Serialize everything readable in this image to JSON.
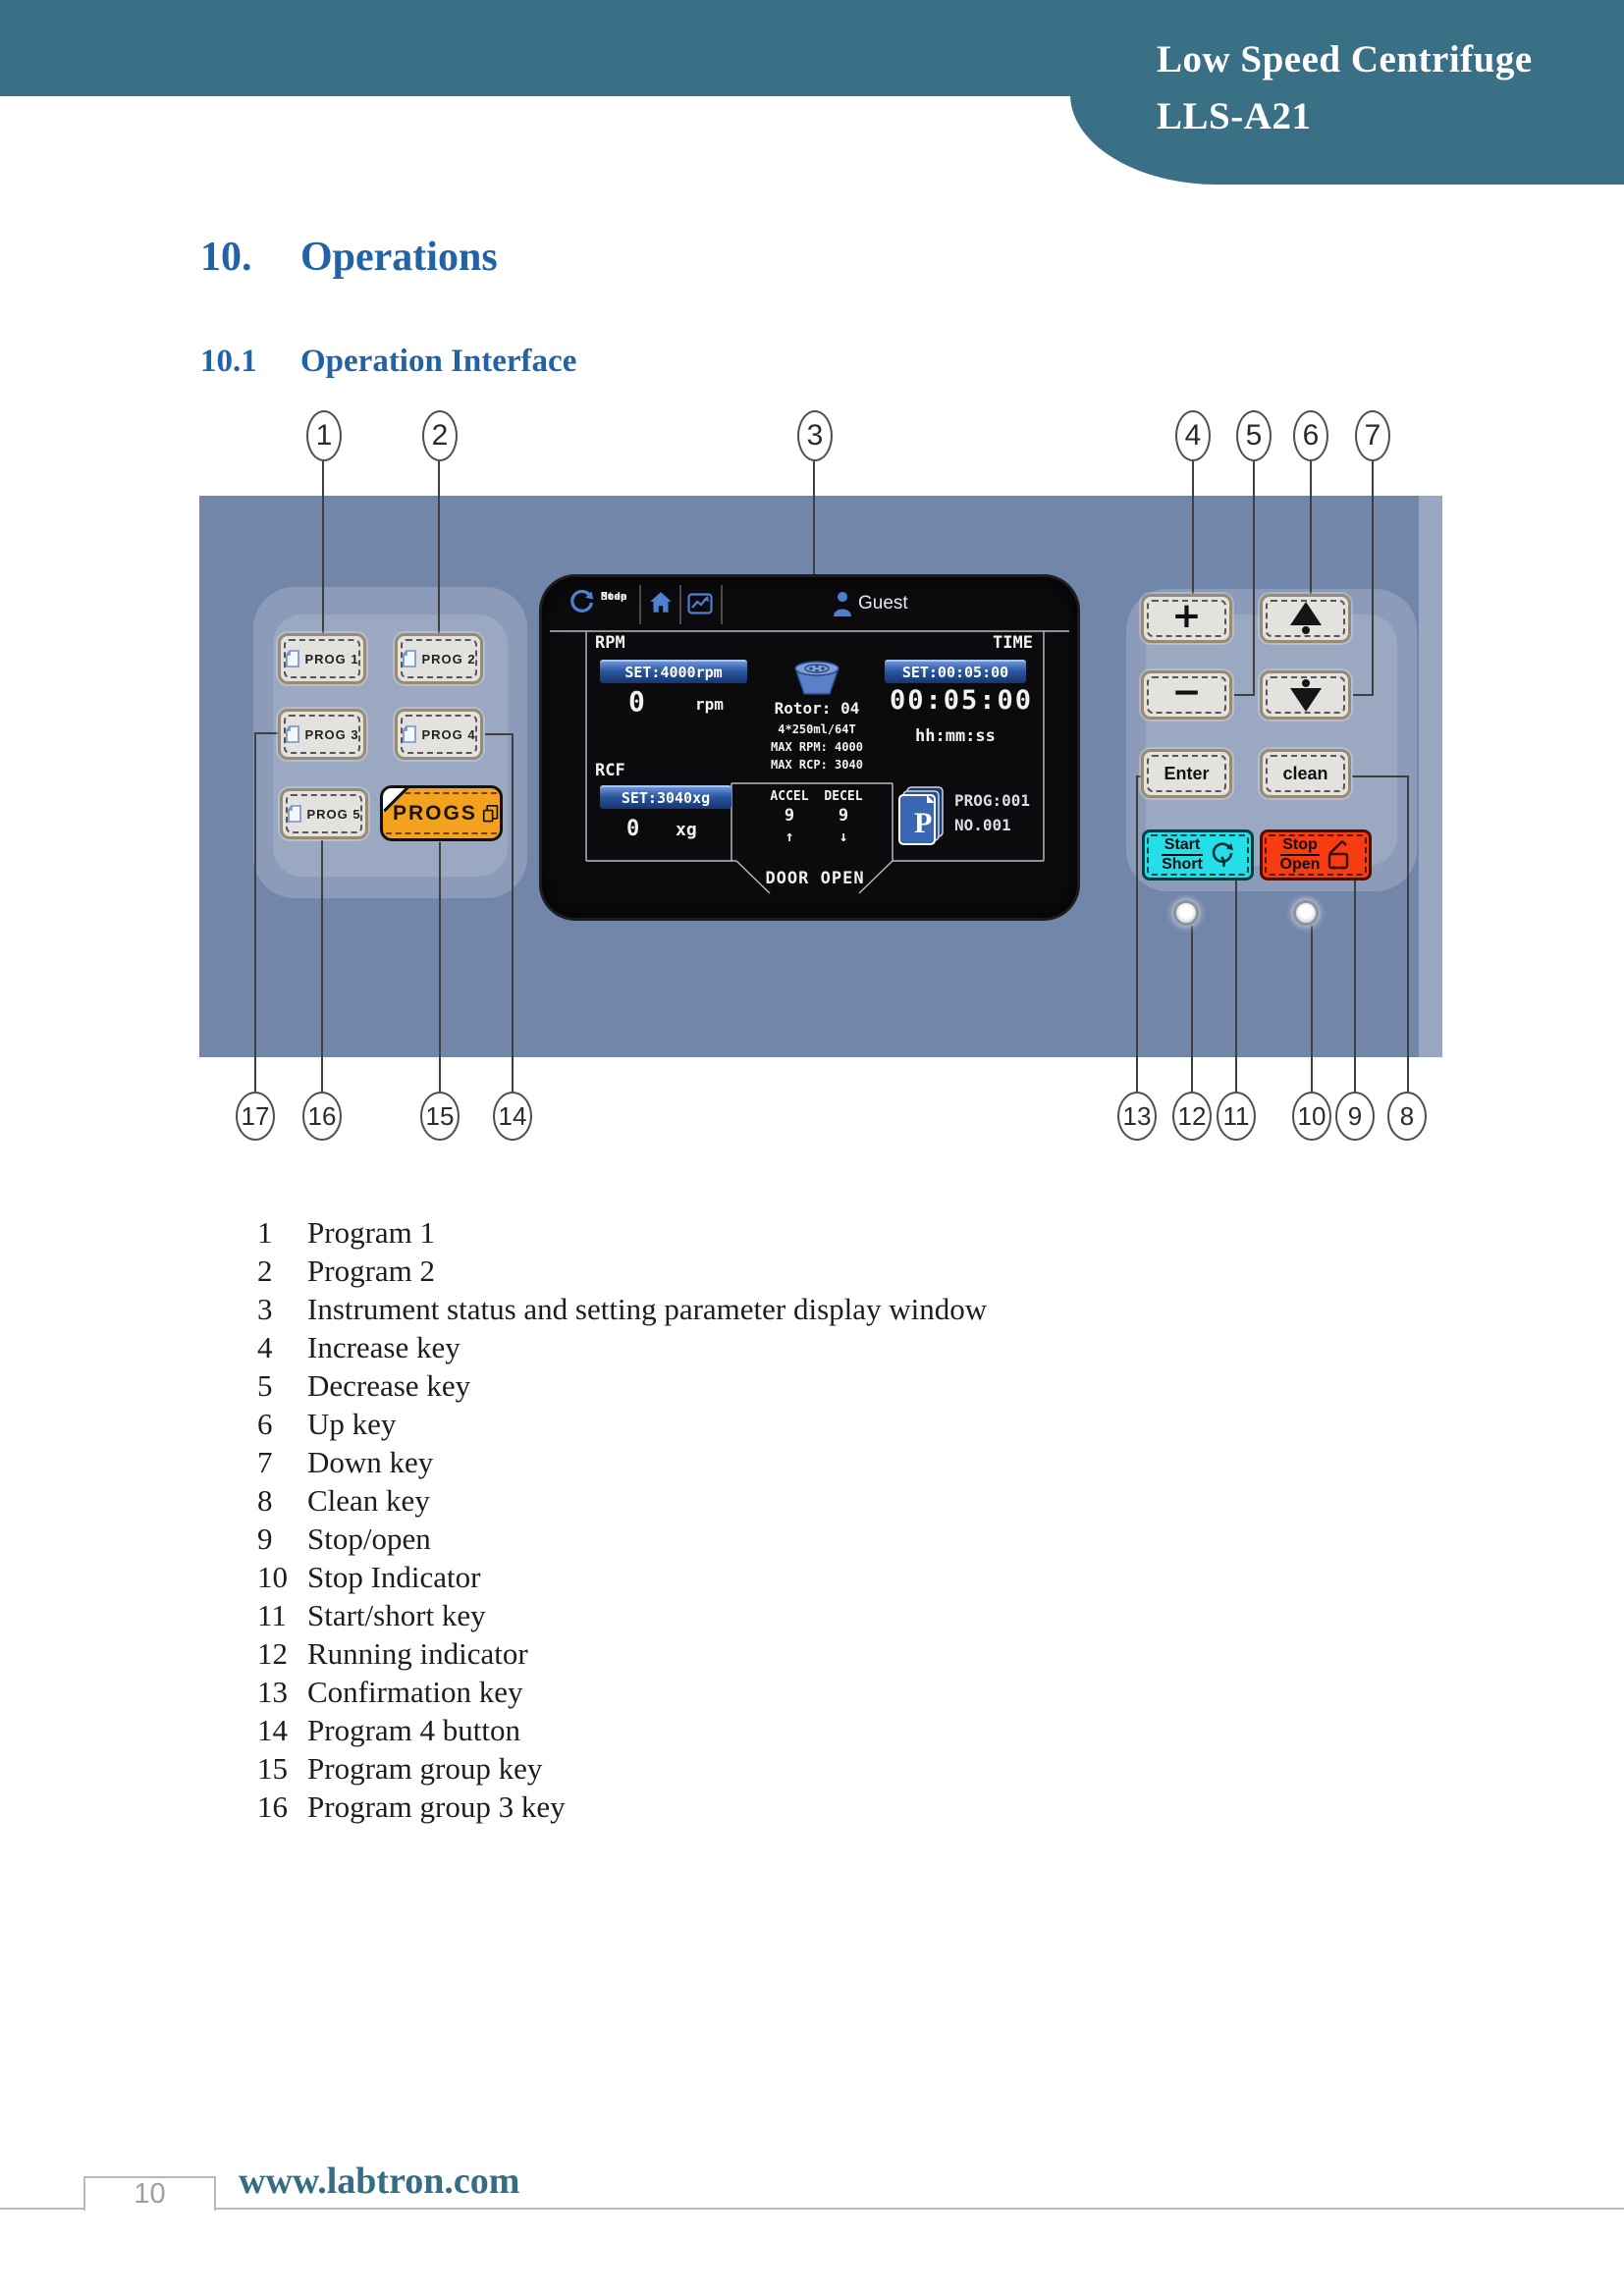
{
  "header": {
    "line1": "Low Speed Centrifuge",
    "line2": "LLS-A21"
  },
  "section": {
    "number": "10.",
    "title": "Operations"
  },
  "subsection": {
    "number": "10.1",
    "title": "Operation Interface"
  },
  "panel": {
    "prog1": "PROG 1",
    "prog2": "PROG 2",
    "prog3": "PROG 3",
    "prog4": "PROG 4",
    "prog5": "PROG 5",
    "progs": "PROGS",
    "keys": {
      "plus": "+",
      "minus": "−",
      "enter": "Enter",
      "clean": "clean",
      "start_top": "Start",
      "start_bottom": "Short",
      "stop_top": "Stop",
      "stop_bottom": "Open"
    }
  },
  "screen": {
    "step_line1": "Step",
    "step_line2": "Mode",
    "guest": "Guest",
    "rpm_label": "RPM",
    "rpm_set": "SET:4000rpm",
    "rpm_value": "0",
    "rpm_unit": "rpm",
    "rotor": "Rotor: 04",
    "rotor_spec": "4*250ml/64T",
    "max_rpm": "MAX RPM: 4000",
    "max_rcf": "MAX RCP: 3040",
    "time_label": "TIME",
    "time_set": "SET:00:05:00",
    "time_value": "00:05:00",
    "time_unit": "hh:mm:ss",
    "rcf_label": "RCF",
    "rcf_set": "SET:3040xg",
    "rcf_value_num": "0",
    "rcf_value_unit": "xg",
    "accel_label": "ACCEL",
    "decel_label": "DECEL",
    "accel_value": "9",
    "decel_value": "9",
    "accel_arrow": "↑",
    "decel_arrow": "↓",
    "p_letter": "P",
    "prog_no": "PROG:001",
    "no": "NO.001",
    "door": "DOOR OPEN"
  },
  "callouts": {
    "top": [
      "1",
      "2",
      "3",
      "4",
      "5",
      "6",
      "7"
    ],
    "bottom": [
      "17",
      "16",
      "15",
      "14",
      "13",
      "12",
      "11",
      "10",
      "9",
      "8"
    ]
  },
  "legend": [
    {
      "num": "1",
      "text": "Program 1"
    },
    {
      "num": "2",
      "text": "Program 2"
    },
    {
      "num": "3",
      "text": "Instrument status and setting parameter display window"
    },
    {
      "num": "4",
      "text": "Increase key"
    },
    {
      "num": "5",
      "text": "Decrease key"
    },
    {
      "num": "6",
      "text": "Up key"
    },
    {
      "num": "7",
      "text": "Down key"
    },
    {
      "num": "8",
      "text": "Clean key"
    },
    {
      "num": "9",
      "text": "Stop/open"
    },
    {
      "num": "10",
      "text": "Stop Indicator"
    },
    {
      "num": "11",
      "text": "Start/short key"
    },
    {
      "num": "12",
      "text": "Running indicator"
    },
    {
      "num": "13",
      "text": "Confirmation key"
    },
    {
      "num": "14",
      "text": "Program 4 button"
    },
    {
      "num": "15",
      "text": "Program group key"
    },
    {
      "num": "16",
      "text": "Program group 3 key"
    }
  ],
  "footer": {
    "page": "10",
    "url": "www.labtron.com"
  },
  "colors": {
    "header_teal": "#3a7085",
    "heading_blue": "#2262a6",
    "panel_bluegray": "#7286aa",
    "progs_orange": "#f2a21c",
    "start_cyan": "#25dfe8",
    "stop_red": "#f63c10",
    "screen_accent_blue": "#4f7fd0",
    "set_box_blue": "#2a55a0",
    "footer_teal": "#356e84"
  },
  "icons": {
    "step_mode": "refresh-arrows",
    "home": "house",
    "history": "line-chart-box",
    "user": "person",
    "rotor": "rotor-bucket",
    "program_pages": "stacked-pages-P",
    "prog_key": "page-corner",
    "progs_key": "stacked-pages",
    "start_key": "circular-arrow",
    "stop_key": "open-lid"
  }
}
